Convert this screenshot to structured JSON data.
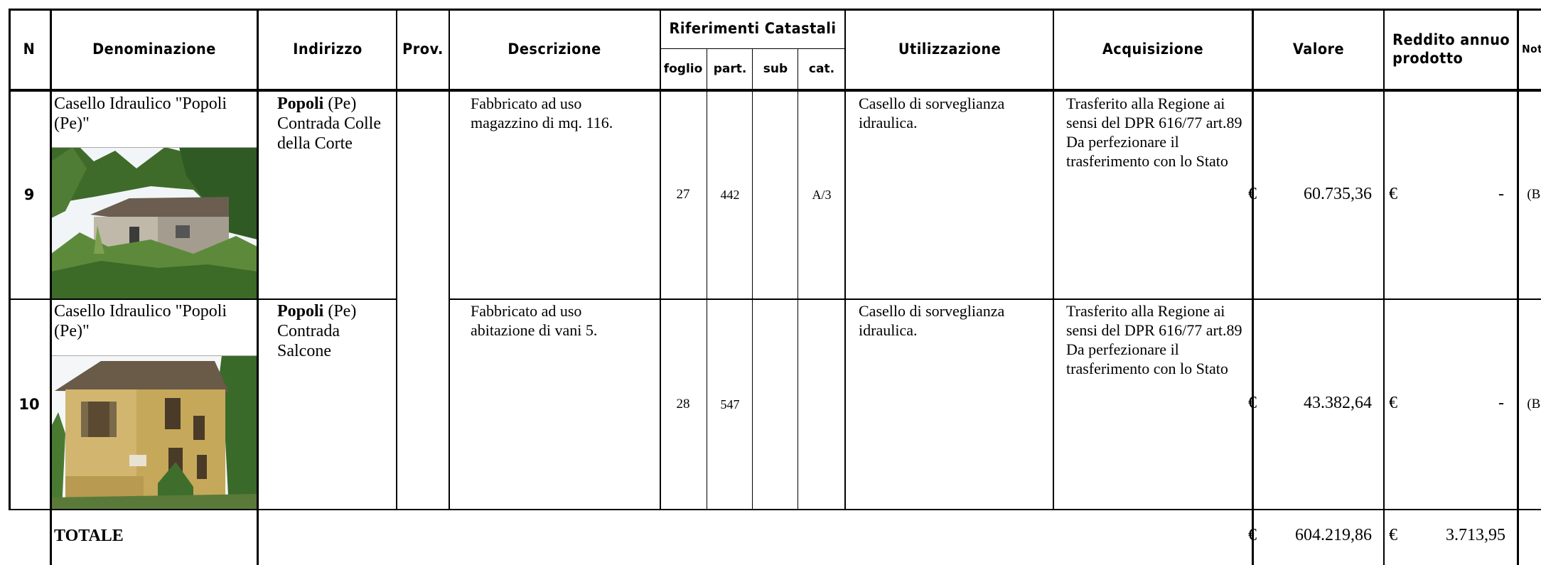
{
  "header": {
    "n": "N",
    "denominazione": "Denominazione",
    "indirizzo": "Indirizzo",
    "prov": "Prov.",
    "descrizione": "Descrizione",
    "riferimenti": "Riferimenti Catastali",
    "foglio": "foglio",
    "part": "part.",
    "sub": "sub",
    "cat": "cat.",
    "utilizzazione": "Utilizzazione",
    "acquisizione": "Acquisizione",
    "valore": "Valore",
    "reddito": "Reddito annuo prodotto",
    "note": "Note"
  },
  "rows": [
    {
      "n": "9",
      "denominazione": "Casello Idraulico \"Popoli (Pe)\"",
      "indirizzo_bold": "Popoli",
      "indirizzo_prov": " (Pe)",
      "indirizzo_rest": "Contrada Colle della Corte",
      "descrizione": "Fabbricato ad uso magazzino di mq. 116.",
      "foglio": "27",
      "part": "442",
      "sub": "",
      "cat": "A/3",
      "utilizzazione": "Casello di sorveglianza idraulica.",
      "acquisizione": "Trasferito alla Regione ai sensi del DPR 616/77 art.89\nDa perfezionare il trasferimento con lo Stato",
      "valore_currency": "€",
      "valore": "60.735,36",
      "reddito_currency": "€",
      "reddito": "-",
      "note": "(B)"
    },
    {
      "n": "10",
      "denominazione": "Casello Idraulico \"Popoli (Pe)\"",
      "indirizzo_bold": "Popoli",
      "indirizzo_prov": " (Pe)",
      "indirizzo_rest": "Contrada Salcone",
      "descrizione": "Fabbricato ad uso abitazione di  vani 5.",
      "foglio": "28",
      "part": "547",
      "sub": "",
      "cat": "",
      "utilizzazione": "Casello di sorveglianza idraulica.",
      "acquisizione": "Trasferito alla Regione ai sensi del DPR 616/77 art.89\nDa perfezionare il trasferimento con lo Stato",
      "valore_currency": "€",
      "valore": "43.382,64",
      "reddito_currency": "€",
      "reddito": "-",
      "note": "(B)"
    }
  ],
  "totale": {
    "label": "TOTALE",
    "valore_currency": "€",
    "valore": "604.219,86",
    "reddito_currency": "€",
    "reddito": "3.713,95"
  }
}
